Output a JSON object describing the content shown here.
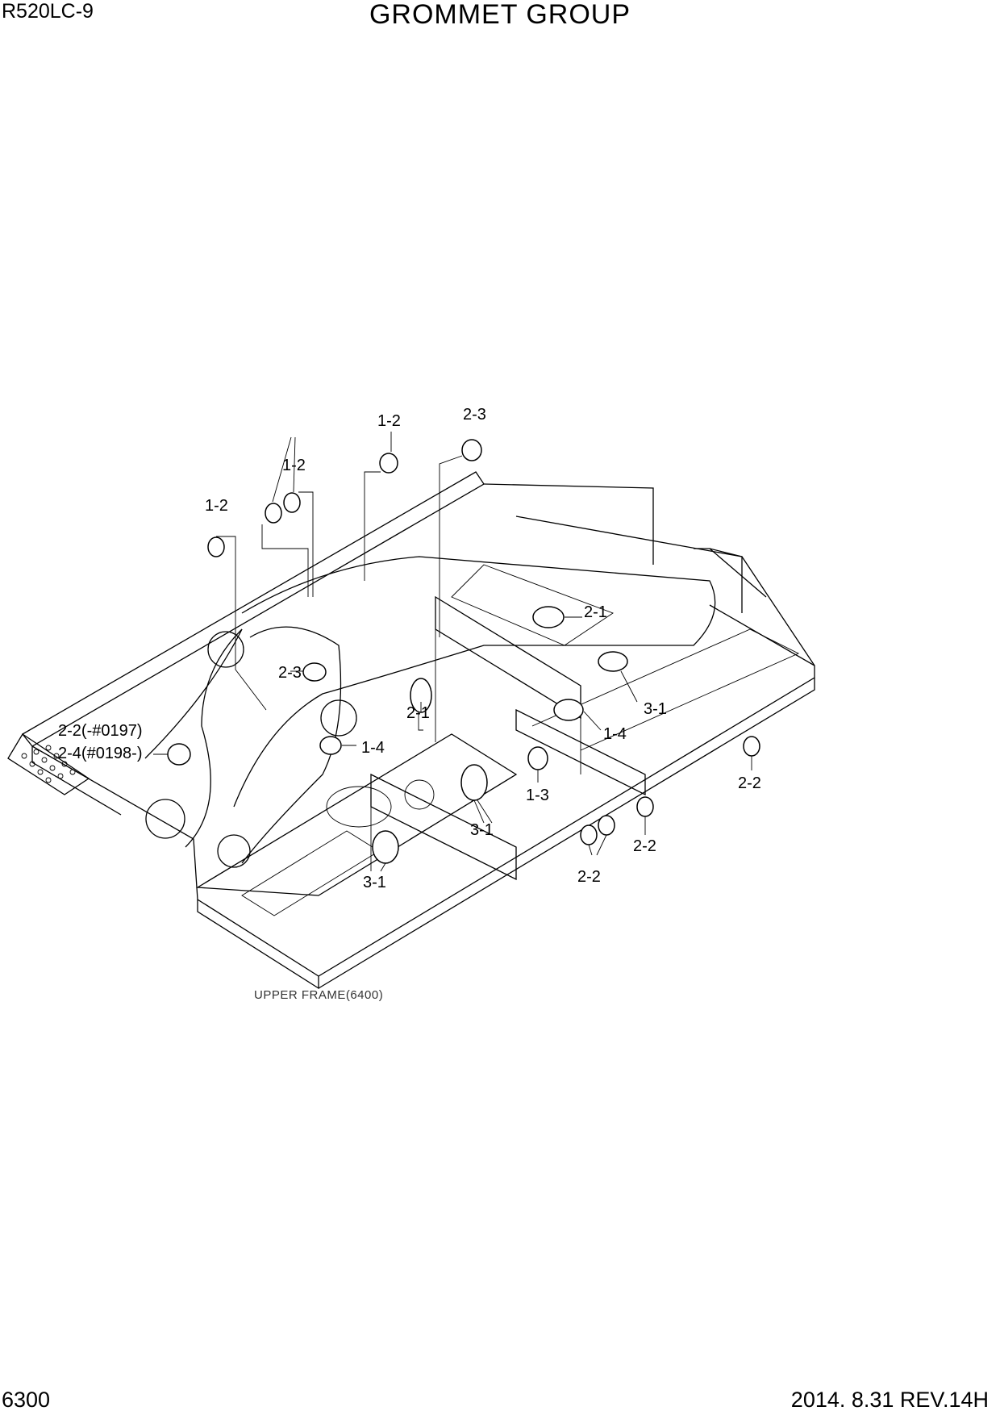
{
  "header": {
    "model": "R520LC-9",
    "title": "GROMMET GROUP"
  },
  "footer": {
    "page_number": "6300",
    "revision": "2014. 8.31  REV.14H"
  },
  "diagram": {
    "caption": "UPPER FRAME(6400)",
    "callouts": [
      "1-2",
      "1-2",
      "1-2",
      "2-3",
      "2-1",
      "2-3",
      "2-1",
      "3-1",
      "1-4",
      "1-4",
      "2-2(-#0197)",
      "2-4(#0198-)",
      "1-3",
      "3-1",
      "3-1",
      "2-2",
      "2-2",
      "2-2"
    ]
  }
}
